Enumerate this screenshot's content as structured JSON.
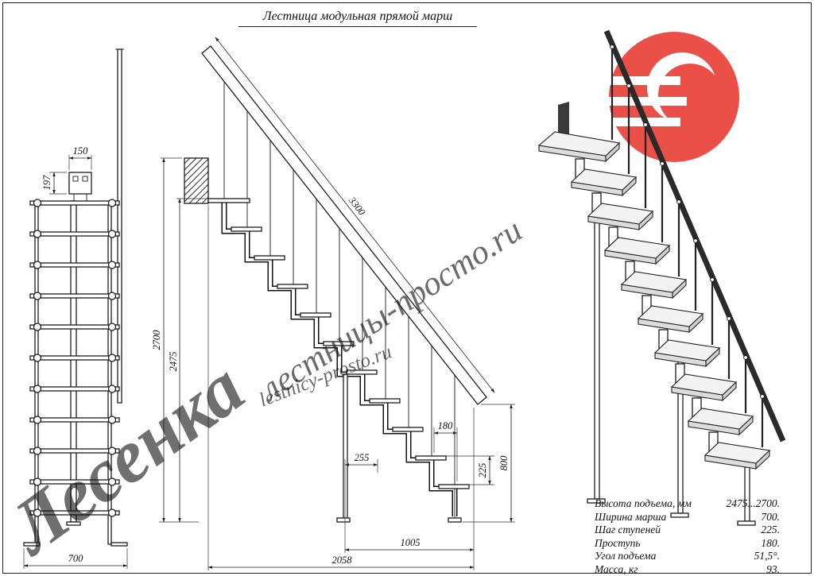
{
  "title": "Лестница модульная прямой марш",
  "watermarks": {
    "big": "Лесенка",
    "ru_large": "лестницы-просто.ru",
    "latin_small": "lestnicy-prosto.ru"
  },
  "front_view": {
    "dims": {
      "bracket_width": "150",
      "bracket_height": "197",
      "march_width": "700"
    }
  },
  "side_view": {
    "dims": {
      "rail_length": "3300",
      "height_max": "2700",
      "height_min": "2475",
      "tread_depth": "180",
      "module_offset": "255",
      "post_height": "800",
      "step_rise": "225",
      "base_span": "1005",
      "total_run": "2058"
    }
  },
  "specs": {
    "rows": [
      {
        "label": "Высота подъема, мм",
        "value": "2475...2700."
      },
      {
        "label": "Ширина марша",
        "value": "700."
      },
      {
        "label": "Шаг ступеней",
        "value": "225."
      },
      {
        "label": "Проступь",
        "value": "180."
      },
      {
        "label": "Угол подъема",
        "value": "51,5°."
      },
      {
        "label": "Масса, кг",
        "value": "93."
      }
    ]
  },
  "colors": {
    "logo_red": "#e8392f",
    "watermark_gray": "#b9bdc4",
    "line": "#1c1c1c"
  }
}
